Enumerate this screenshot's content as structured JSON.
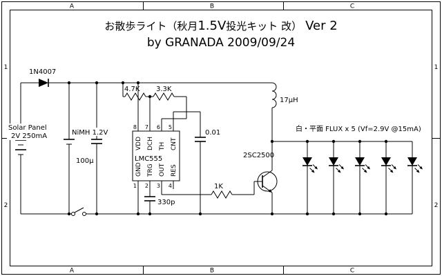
{
  "page": {
    "background": "#ffffff",
    "line_color": "#000000"
  },
  "frame": {
    "cols": [
      "A",
      "B",
      "C"
    ],
    "rows": [
      "1",
      "2"
    ]
  },
  "title": {
    "seg1": "お散歩ライト（秋月",
    "seg2": "1.5V",
    "seg3": "投光キット 改）",
    "seg4": "Ver 2",
    "line2": "by GRANADA 2009/09/24"
  },
  "labels": {
    "diode": "1N4007",
    "solar_line1": "Solar Panel",
    "solar_line2": "2V 250mA",
    "nimh": "NiMH 1.2V",
    "cap_filter": "100µ",
    "r1": "4.7K",
    "r2": "3.3K",
    "ic": "LMC555",
    "cap_cnt": "0.01",
    "cap_timing": "330p",
    "r_base": "1K",
    "transistor": "2SC2500",
    "inductor": "17µH",
    "led_note": "白・平面 FLUX x 5 (Vf=2.9V @15mA)"
  },
  "ic": {
    "top_numbers": [
      "8",
      "7",
      "6",
      "5"
    ],
    "top_names": [
      "VDD",
      "DCH",
      "TH",
      "CNT"
    ],
    "bottom_numbers": [
      "1",
      "2",
      "3",
      "4"
    ],
    "bottom_names": [
      "GND",
      "TRG",
      "OUT",
      "RES"
    ]
  }
}
